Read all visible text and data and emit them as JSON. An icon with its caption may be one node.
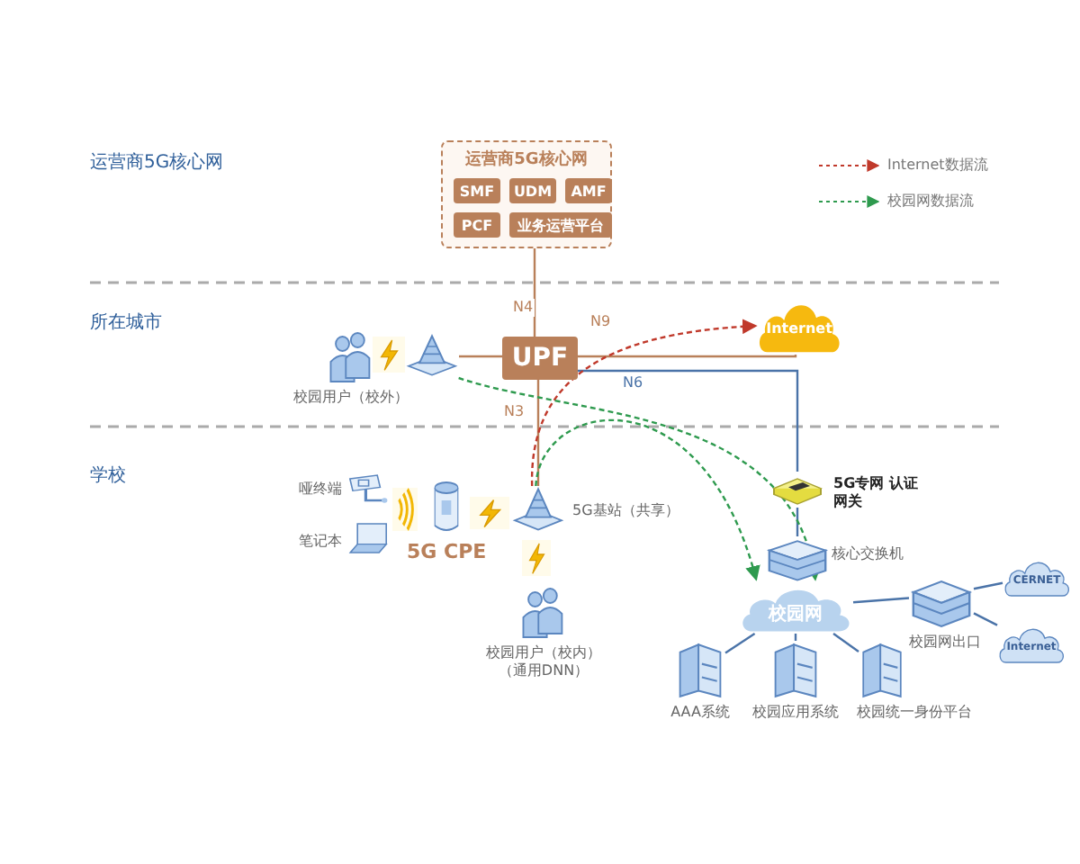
{
  "diagram": {
    "nodes": [
      {
        "text": [
          "运营商5G核心网"
        ]
      },
      {
        "text": [
          "SMF"
        ],
        "in": 0
      },
      {
        "text": [
          "UDM"
        ],
        "in": 0
      },
      {
        "text": [
          "AMF"
        ],
        "in": 0
      },
      {
        "text": [
          "PCF"
        ],
        "in": 0
      },
      {
        "text": [
          "业务运营平台"
        ],
        "in": 0
      },
      {
        "text": [
          "UPF"
        ]
      },
      {
        "text": [
          "Internet"
        ]
      },
      {
        "text": [],
        "shape": "person",
        "beside": [
          "校园用户（校外）"
        ]
      },
      {
        "text": [],
        "shape": "tower"
      },
      {
        "text": [],
        "shape": "gateway",
        "beside": [
          "5G专网 认证网关"
        ]
      },
      {
        "text": [],
        "shape": "switch",
        "beside": [
          "核心交换机"
        ]
      },
      {
        "text": [
          "校园网"
        ]
      },
      {
        "text": [],
        "shape": "server",
        "beside": [
          "AAA系统"
        ]
      },
      {
        "text": [],
        "shape": "server",
        "beside": [
          "校园应用系统"
        ]
      },
      {
        "text": [],
        "shape": "server",
        "beside": [
          "校园统一身份平台"
        ]
      },
      {
        "text": [],
        "shape": "switch",
        "beside": [
          "校园网出口"
        ]
      },
      {
        "text": [
          "CERNET"
        ]
      },
      {
        "text": [
          "Internet"
        ]
      },
      {
        "text": [],
        "shape": "tower",
        "beside": [
          "5G基站（共享）"
        ]
      },
      {
        "text": [],
        "shape": "cylinder",
        "beside": [
          "5G CPE"
        ]
      },
      {
        "text": [],
        "shape": "camera",
        "beside": [
          "哑终端"
        ]
      },
      {
        "text": [],
        "shape": "laptop",
        "beside": [
          "笔记本"
        ]
      },
      {
        "text": [],
        "shape": "person",
        "beside": [
          "校园用户（校内）（通用DNN）"
        ]
      }
    ],
    "edges": [
      {
        "from": 0,
        "to": 6,
        "arrow": "none",
        "label": "N4",
        "color": "#b9805a"
      },
      {
        "from": 9,
        "to": 6,
        "arrow": "none",
        "color": "#b9805a"
      },
      {
        "from": 19,
        "to": 6,
        "arrow": "none",
        "label": "N3",
        "color": "#b9805a"
      },
      {
        "from": 6,
        "to": 7,
        "arrow": "none",
        "label": "N9",
        "color": "#b9805a"
      },
      {
        "from": 6,
        "to": 10,
        "arrow": "none",
        "label": "N6"
      },
      {
        "from": 10,
        "to": 11,
        "arrow": "none"
      },
      {
        "from": 12,
        "to": 13,
        "arrow": "none"
      },
      {
        "from": 12,
        "to": 14,
        "arrow": "none"
      },
      {
        "from": 12,
        "to": 15,
        "arrow": "none"
      },
      {
        "from": 12,
        "to": 16,
        "arrow": "none"
      },
      {
        "from": 16,
        "to": 17,
        "arrow": "none"
      },
      {
        "from": 16,
        "to": 18,
        "arrow": "none"
      },
      {
        "from": 19,
        "to": 7,
        "arrow": "to",
        "style": "dashed",
        "color": "#c0392b"
      },
      {
        "from": 9,
        "to": 12,
        "arrow": "to",
        "style": "dashed",
        "color": "#2e9a4e"
      },
      {
        "from": 19,
        "to": 12,
        "arrow": "to",
        "style": "dashed",
        "color": "#2e9a4e"
      }
    ],
    "labels": [
      "运营商5G核心网",
      "所在城市",
      "学校"
    ],
    "legend": [
      {
        "text": "Internet数据流"
      },
      {
        "text": "校园网数据流"
      }
    ]
  }
}
